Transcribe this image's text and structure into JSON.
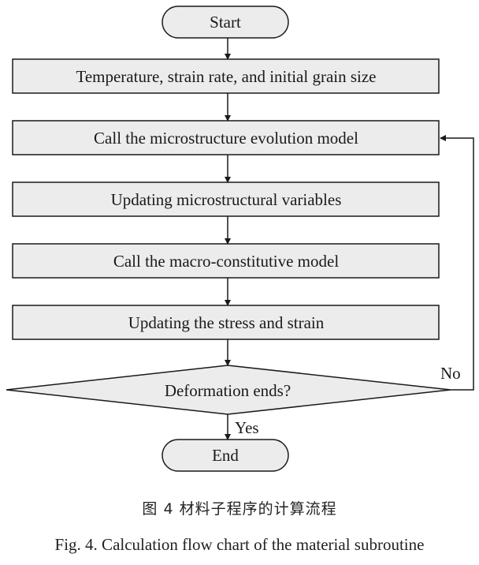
{
  "diagram": {
    "start": "Start",
    "steps": [
      "Temperature, strain rate, and initial grain size",
      "Call the microstructure evolution model",
      "Updating microstructural variables",
      "Call the macro-constitutive model",
      "Updating the stress and strain"
    ],
    "decision": "Deformation ends?",
    "branch_no": "No",
    "branch_yes": "Yes",
    "end": "End"
  },
  "caption": {
    "cn": "图 4  材料子程序的计算流程",
    "en": "Fig. 4. Calculation flow chart of the material subroutine"
  }
}
